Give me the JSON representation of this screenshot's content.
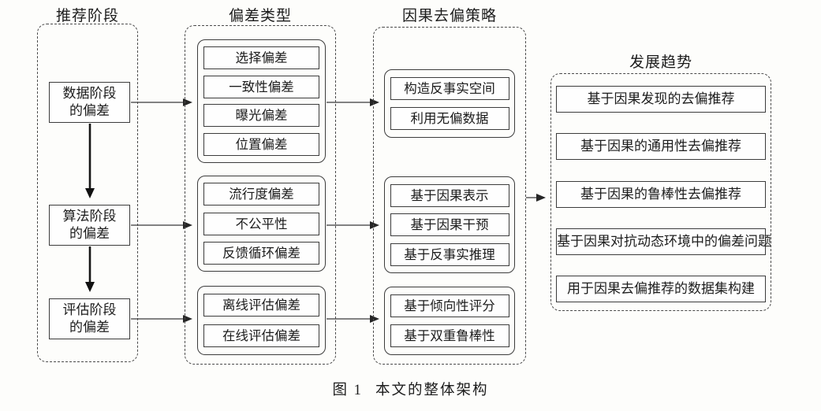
{
  "caption": {
    "label": "图 1",
    "text": "本文的整体架构"
  },
  "columns": {
    "stage": {
      "header": "推荐阶段",
      "boxes": [
        {
          "line1": "数据阶段",
          "line2": "的偏差"
        },
        {
          "line1": "算法阶段",
          "line2": "的偏差"
        },
        {
          "line1": "评估阶段",
          "line2": "的偏差"
        }
      ]
    },
    "bias_types": {
      "header": "偏差类型",
      "groups": [
        {
          "items": [
            "选择偏差",
            "一致性偏差",
            "曝光偏差",
            "位置偏差"
          ]
        },
        {
          "items": [
            "流行度偏差",
            "不公平性",
            "反馈循环偏差"
          ]
        },
        {
          "items": [
            "离线评估偏差",
            "在线评估偏差"
          ]
        }
      ]
    },
    "strategies": {
      "header": "因果去偏策略",
      "groups": [
        {
          "items": [
            "构造反事实空间",
            "利用无偏数据"
          ]
        },
        {
          "items": [
            "基于因果表示",
            "基于因果干预",
            "基于反事实推理"
          ]
        },
        {
          "items": [
            "基于倾向性评分",
            "基于双重鲁棒性"
          ]
        }
      ]
    },
    "trends": {
      "header": "发展趋势",
      "items": [
        "基于因果发现的去偏推荐",
        "基于因果的通用性去偏推荐",
        "基于因果的鲁棒性去偏推荐",
        "基于因果对抗动态环境中的偏差问题",
        "用于因果去偏推荐的数据集构建"
      ]
    }
  },
  "colors": {
    "box_border": "#3c3c3c",
    "dashed_border": "#4a4a4a",
    "arrow": "#2a2a2a",
    "text": "#1c1c1c",
    "background": "#fdfdfb"
  }
}
